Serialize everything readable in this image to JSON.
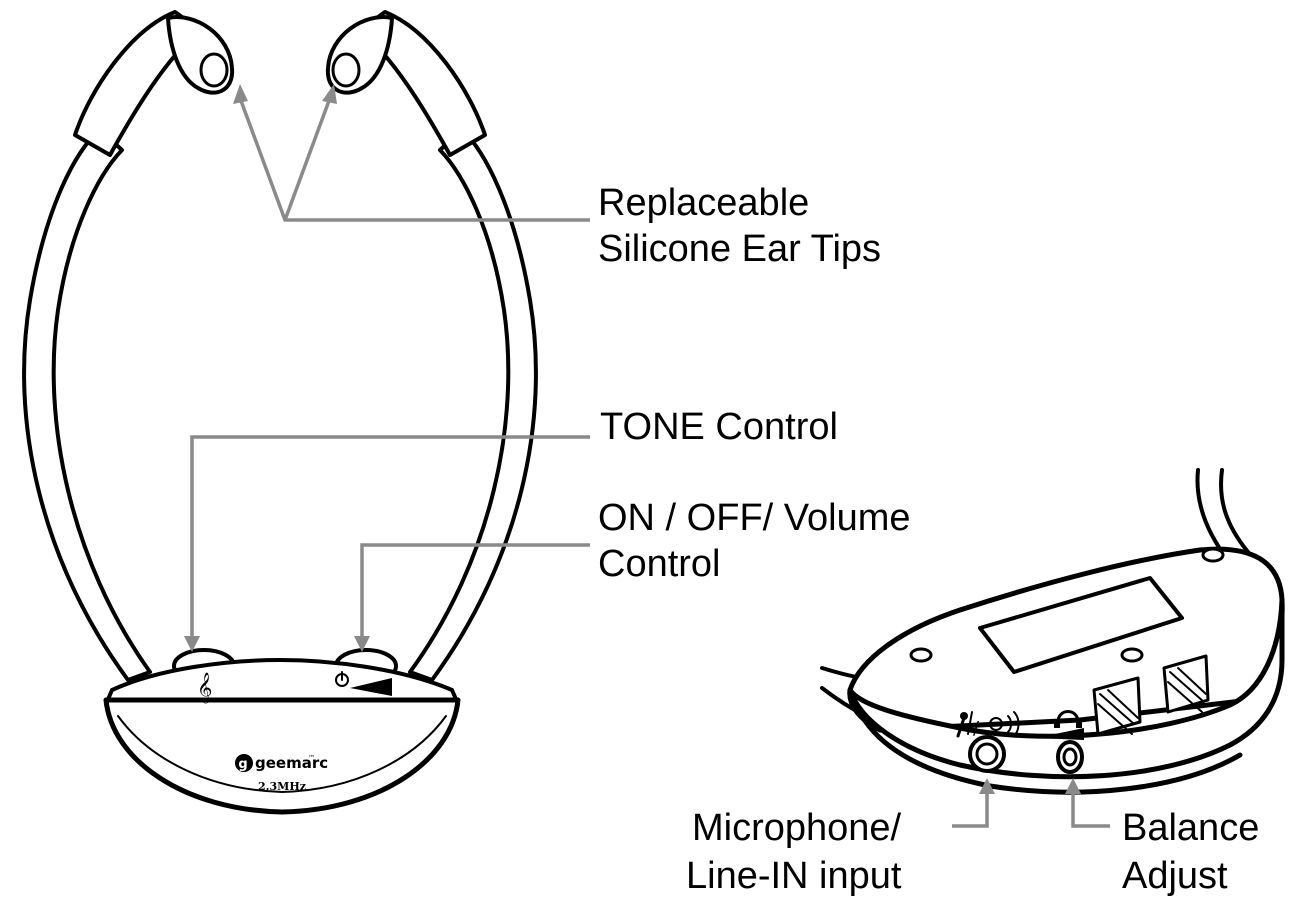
{
  "labels": {
    "ear_tips_line1": "Replaceable",
    "ear_tips_line2": "Silicone Ear Tips",
    "tone": "TONE Control",
    "power_line1": "ON / OFF/ Volume",
    "power_line2": "Control",
    "mic_line1": "Microphone/",
    "mic_line2": "Line-IN input",
    "balance_line1": "Balance",
    "balance_line2": "Adjust"
  },
  "device": {
    "brand": "geemarc",
    "trademark": "™",
    "frequency": "2.3MHz"
  },
  "colors": {
    "leader_line": "#8a8a8a",
    "outline": "#000000",
    "background": "#ffffff"
  }
}
